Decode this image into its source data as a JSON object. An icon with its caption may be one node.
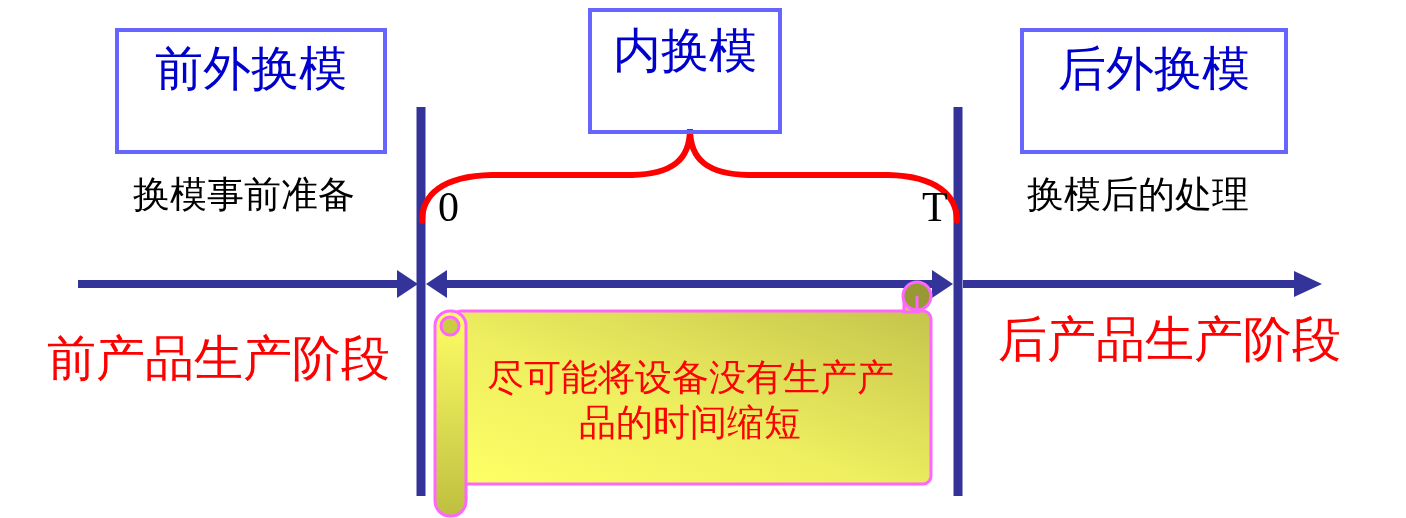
{
  "diagram": {
    "nodes": [
      {
        "text": [
          "前外换模"
        ],
        "beside": [
          "换模事前准备"
        ]
      },
      {
        "text": [
          "内换模"
        ]
      },
      {
        "text": [
          "后外换模"
        ],
        "beside": [
          "换模后的处理"
        ]
      },
      {
        "text": [
          "尽可能将设备没有生产产品的时间缩短"
        ]
      }
    ],
    "labels": [
      "0",
      "T",
      "前产品生产阶段",
      "后产品生产阶段"
    ]
  }
}
